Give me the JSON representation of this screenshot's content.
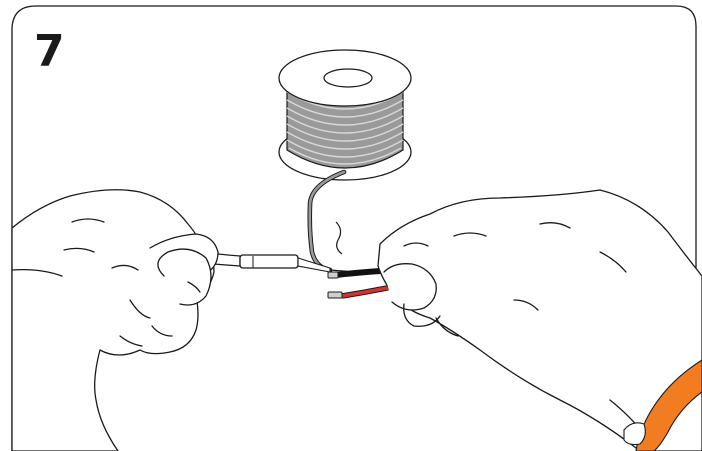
{
  "step": {
    "number": "7"
  },
  "colors": {
    "outline": "#1a1a1a",
    "spool_wire": "#8c8c8c",
    "red_wire": "#d9302b",
    "black_wire": "#111111",
    "orange_accent": "#f27d21",
    "background": "#ffffff"
  },
  "illustration": {
    "objects": [
      "wire-spool",
      "left-hand",
      "right-hand",
      "heat-shrink-tube",
      "red-black-cable",
      "orange-tool"
    ]
  }
}
